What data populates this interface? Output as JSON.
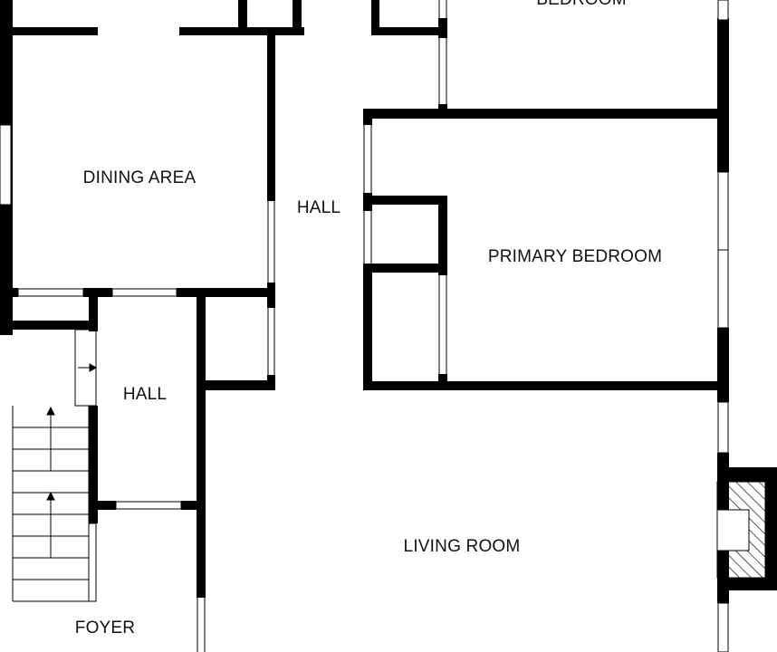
{
  "floorplan": {
    "colors": {
      "background": "#ffffff",
      "wall": "#000000",
      "window": "#ffffff",
      "text": "#111111"
    },
    "rooms": {
      "bedroom": "BEDROOM",
      "dining_area": "DINING AREA",
      "hall_main": "HALL",
      "primary_bedroom": "PRIMARY BEDROOM",
      "hall_small": "HALL",
      "living_room": "LIVING ROOM",
      "foyer": "FOYER"
    }
  }
}
